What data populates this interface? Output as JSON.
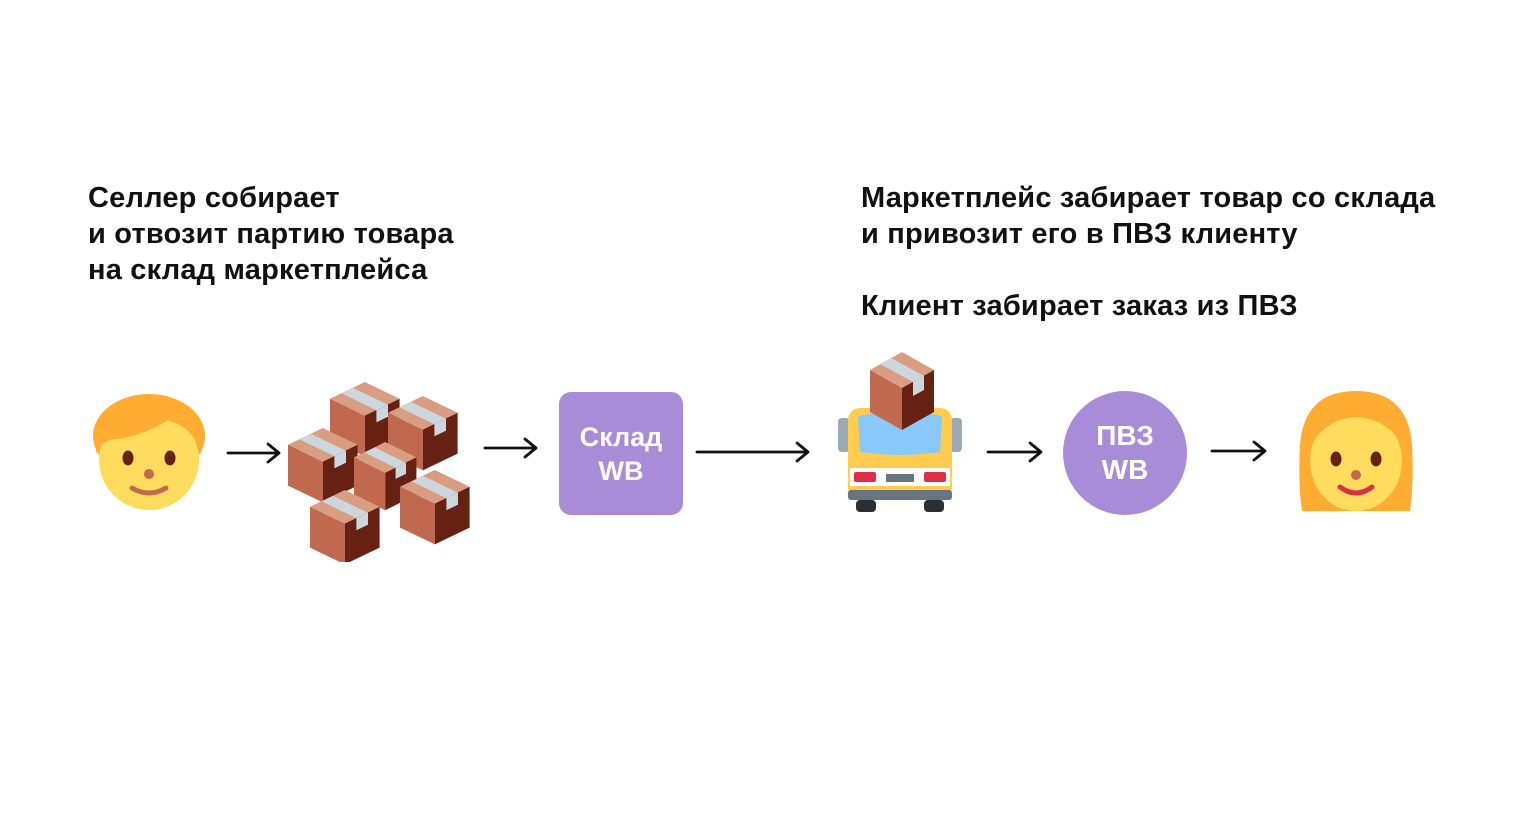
{
  "colors": {
    "accent": "#A98CD8",
    "skin": "#FFDC5D",
    "hair": "#FFAC33",
    "box_front": "#C1694F",
    "box_side": "#662113",
    "box_top": "#D99E82",
    "tape": "#CCD6DD",
    "truck_body": "#FFCC4D",
    "glass": "#88C9F9",
    "arrow": "#111111"
  },
  "captions": {
    "left": {
      "line1": "Селлер собирает",
      "line2": "и отвозит партию товара",
      "line3": "на склад маркетплейса"
    },
    "right": {
      "line1": "Маркетплейс забирает товар со склада",
      "line2": "и привозит его в ПВЗ клиенту"
    },
    "right_2": "Клиент забирает заказ из ПВЗ"
  },
  "warehouse": {
    "line1": "Склад",
    "line2": "WB"
  },
  "pickup_point": {
    "line1": "ПВЗ",
    "line2": "WB"
  },
  "icons": {
    "seller": "person-icon",
    "boxes": "boxes-icon",
    "truck": "truck-icon",
    "client": "woman-icon"
  }
}
